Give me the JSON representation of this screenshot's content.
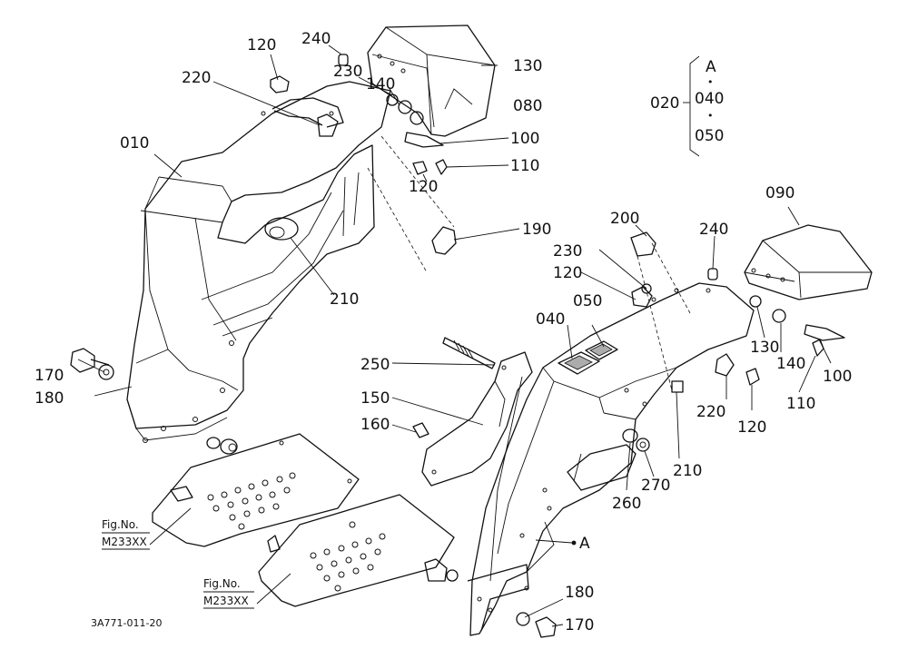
{
  "callouts": {
    "c010": "010",
    "c020": "020",
    "c040": "040",
    "c050": "050",
    "c080": "080",
    "c090": "090",
    "c100": "100",
    "c110": "110",
    "c120": "120",
    "c130": "130",
    "c140": "140",
    "c150": "150",
    "c160": "160",
    "c170": "170",
    "c180": "180",
    "c190": "190",
    "c200": "200",
    "c210": "210",
    "c220": "220",
    "c230": "230",
    "c240": "240",
    "c250": "250",
    "c260": "260",
    "c270": "270"
  },
  "group_020": {
    "header": "A",
    "item1": "040",
    "item2": "050",
    "dot": "•"
  },
  "marker_a": "A",
  "fig_refs": [
    {
      "label": "Fig.No.",
      "number": "M233XX"
    },
    {
      "label": "Fig.No.",
      "number": "M233XX"
    }
  ],
  "drawing_code": "3A771-011-20"
}
